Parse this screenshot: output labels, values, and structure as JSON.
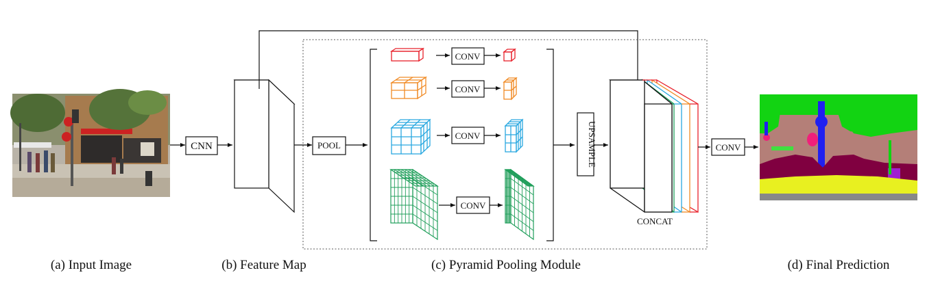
{
  "captions": {
    "input": "(a) Input Image",
    "feature": "(b) Feature Map",
    "ppm": "(c) Pyramid Pooling Module",
    "prediction": "(d) Final Prediction"
  },
  "boxes": {
    "cnn": "CNN",
    "pool": "POOL",
    "conv": "CONV",
    "upsample": "UPSAMPLE",
    "concat": "CONCAT"
  },
  "colors": {
    "level1": "#e8202a",
    "level2": "#f08a24",
    "level3": "#29a8e0",
    "level4": "#1f9e5a",
    "stroke": "#111111"
  }
}
